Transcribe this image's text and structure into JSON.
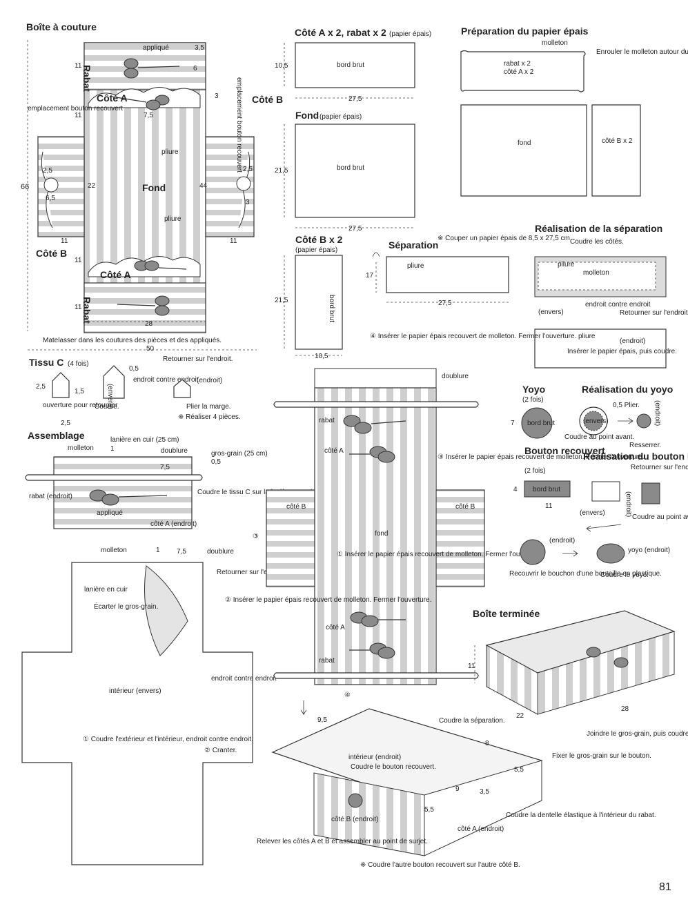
{
  "page_number": "81",
  "sections": {
    "boite_couture": {
      "title": "Boîte à couture",
      "labels": {
        "rabat": "Rabat",
        "cote_a": "Côté A",
        "cote_b": "Côté B",
        "fond": "Fond",
        "applique": "appliqué",
        "pliure": "pliure",
        "emplacement_left": "emplacement bouton recouvert",
        "emplacement_right": "emplacement bouton recouvert"
      },
      "dims": [
        "3,5",
        "6",
        "11",
        "3",
        "7,5",
        "11",
        "2,5",
        "6,5",
        "22",
        "44",
        "2,5",
        "3",
        "66",
        "11",
        "11",
        "11",
        "11",
        "28",
        "50"
      ],
      "note": "Matelasser dans les coutures des pièces et des appliqués."
    },
    "cote_a_rabat": {
      "title": "Côté A x 2, rabat x 2",
      "subtitle": "(papier épais)",
      "inner": "bord brut",
      "h": "10,5",
      "w": "27,5"
    },
    "fond": {
      "title": "Fond",
      "subtitle": "(papier épais)",
      "inner": "bord brut",
      "h": "21,5",
      "w": "27,5"
    },
    "cote_b": {
      "title": "Côté B x 2",
      "subtitle": "(papier épais)",
      "inner": "bord brut",
      "h": "21,5",
      "w": "10,5"
    },
    "preparation": {
      "title": "Préparation du papier épais",
      "molleton": "molleton",
      "inner1": "rabat x 2",
      "inner2": "côté A x 2",
      "note": "Enrouler le molleton autour du papier épais.",
      "fond": "fond",
      "cote_b": "côté B x 2"
    },
    "separation": {
      "title": "Séparation",
      "note": "※ Couper un papier épais de 8,5 x 27,5 cm.",
      "pliure": "pliure",
      "h": "17",
      "w": "27,5"
    },
    "realisation_separation": {
      "title": "Réalisation de la séparation",
      "coudre": "Coudre les côtés.",
      "pliure": "pliure",
      "molleton": "molleton",
      "envers": "(envers)",
      "endroit_contre": "endroit contre endroit",
      "retourner": "Retourner sur l'endroit.",
      "pliure2": "pliure",
      "endroit": "(endroit)",
      "inserer": "Insérer le papier épais, puis coudre."
    },
    "tissu_c": {
      "title": "Tissu C",
      "count": "(4 fois)",
      "dims": [
        "2,5",
        "1,5",
        "2,5",
        "0,5"
      ],
      "ouverture": "ouverture pour retourner",
      "envers": "(envers)",
      "endroit_contre": "endroit contre endroit",
      "coudre": "Coudre.",
      "retourner": "Retourner sur l'endroit.",
      "endroit": "(endroit)",
      "plier": "Plier la marge.",
      "realiser": "※ Réaliser 4 pièces."
    },
    "assemblage": {
      "title": "Assemblage",
      "laniere": "lanière en cuir (25 cm)",
      "molleton": "molleton",
      "doublure": "doublure",
      "grosgrain": "gros-grain (25 cm)",
      "dims": [
        "1",
        "7,5",
        "0,5"
      ],
      "rabat": "rabat (endroit)",
      "applique": "appliqué",
      "cote_a": "côté A (endroit)",
      "coudre_tissu": "Coudre le tissu C sur la lanière en cuir et le gros-grain plié en 2."
    },
    "interieur": {
      "molleton": "molleton",
      "dims": [
        "1",
        "7,5"
      ],
      "doublure": "doublure",
      "laniere": "lanière en cuir",
      "ecarter": "Écarter le gros-grain.",
      "retourner": "Retourner sur l'endroit.",
      "endroit_contre": "endroit contre endroit",
      "interieur": "intérieur (envers)",
      "step1": "① Coudre l'extérieur et l'intérieur, endroit contre endroit.",
      "step2": "② Cranter."
    },
    "center": {
      "step4": "④ Insérer le papier épais recouvert de molleton. Fermer l'ouverture.",
      "doublure": "doublure",
      "rabat": "rabat",
      "cote_a": "côté A",
      "step3": "③ Insérer le papier épais recouvert de molleton. Fermer l'ouverture.",
      "cote_b_left": "côté B",
      "cote_b_right": "côté B",
      "fond": "fond",
      "step1": "① Insérer le papier épais recouvert de molleton. Fermer l'ouverture.",
      "step2": "② Insérer le papier épais recouvert de molleton. Fermer l'ouverture.",
      "cote_a2": "côté A",
      "rabat2": "rabat",
      "c3": "③",
      "c4": "④"
    },
    "yoyo": {
      "title": "Yoyo",
      "count": "(2 fois)",
      "inner": "bord brut",
      "dim": "7",
      "realisation": "Réalisation du yoyo",
      "plier": "0,5 Plier.",
      "envers": "(envers)",
      "endroit": "(endroit)",
      "coudre": "Coudre au point avant.",
      "resserrer": "Resserrer."
    },
    "bouton": {
      "title": "Bouton recouvert",
      "count": "(2 fois)",
      "inner": "bord brut",
      "h": "4",
      "w": "11",
      "realisation": "Réalisation du bouton recouvert",
      "retourner": "Retourner sur l'endroit.",
      "envers": "(envers)",
      "endroit": "(endroit)",
      "coudre": "Coudre au point avant.",
      "endroit2": "(endroit)",
      "recouvrir": "Recouvrir le bouchon d'une bouteille en plastique.",
      "yoyo_endroit": "yoyo (endroit)",
      "coudre_yoyo": "Coudre le yoyo."
    },
    "assembly_bottom": {
      "dims": [
        "9,5",
        "8",
        "5,5",
        "9",
        "3,5",
        "5,5"
      ],
      "coudre_sep": "Coudre la séparation.",
      "interieur": "intérieur (endroit)",
      "coudre_bouton": "Coudre le bouton recouvert.",
      "cote_b": "côté B (endroit)",
      "cote_a": "côté A (endroit)",
      "dentelle": "Coudre la dentelle élastique à l'intérieur du rabat.",
      "relever": "Relever les côtés A et B et assembler au point de surjet.",
      "note": "※ Coudre l'autre bouton recouvert sur l'autre côté B."
    },
    "boite_terminee": {
      "title": "Boîte terminée",
      "dims": [
        "11",
        "22",
        "28"
      ],
      "joindre": "Joindre le gros-grain, puis coudre sur le rabat.",
      "fixer": "Fixer le gros-grain sur le bouton."
    }
  },
  "colors": {
    "ink": "#222222",
    "stripe": "#c9c9c9",
    "dark": "#8a8a8a"
  }
}
